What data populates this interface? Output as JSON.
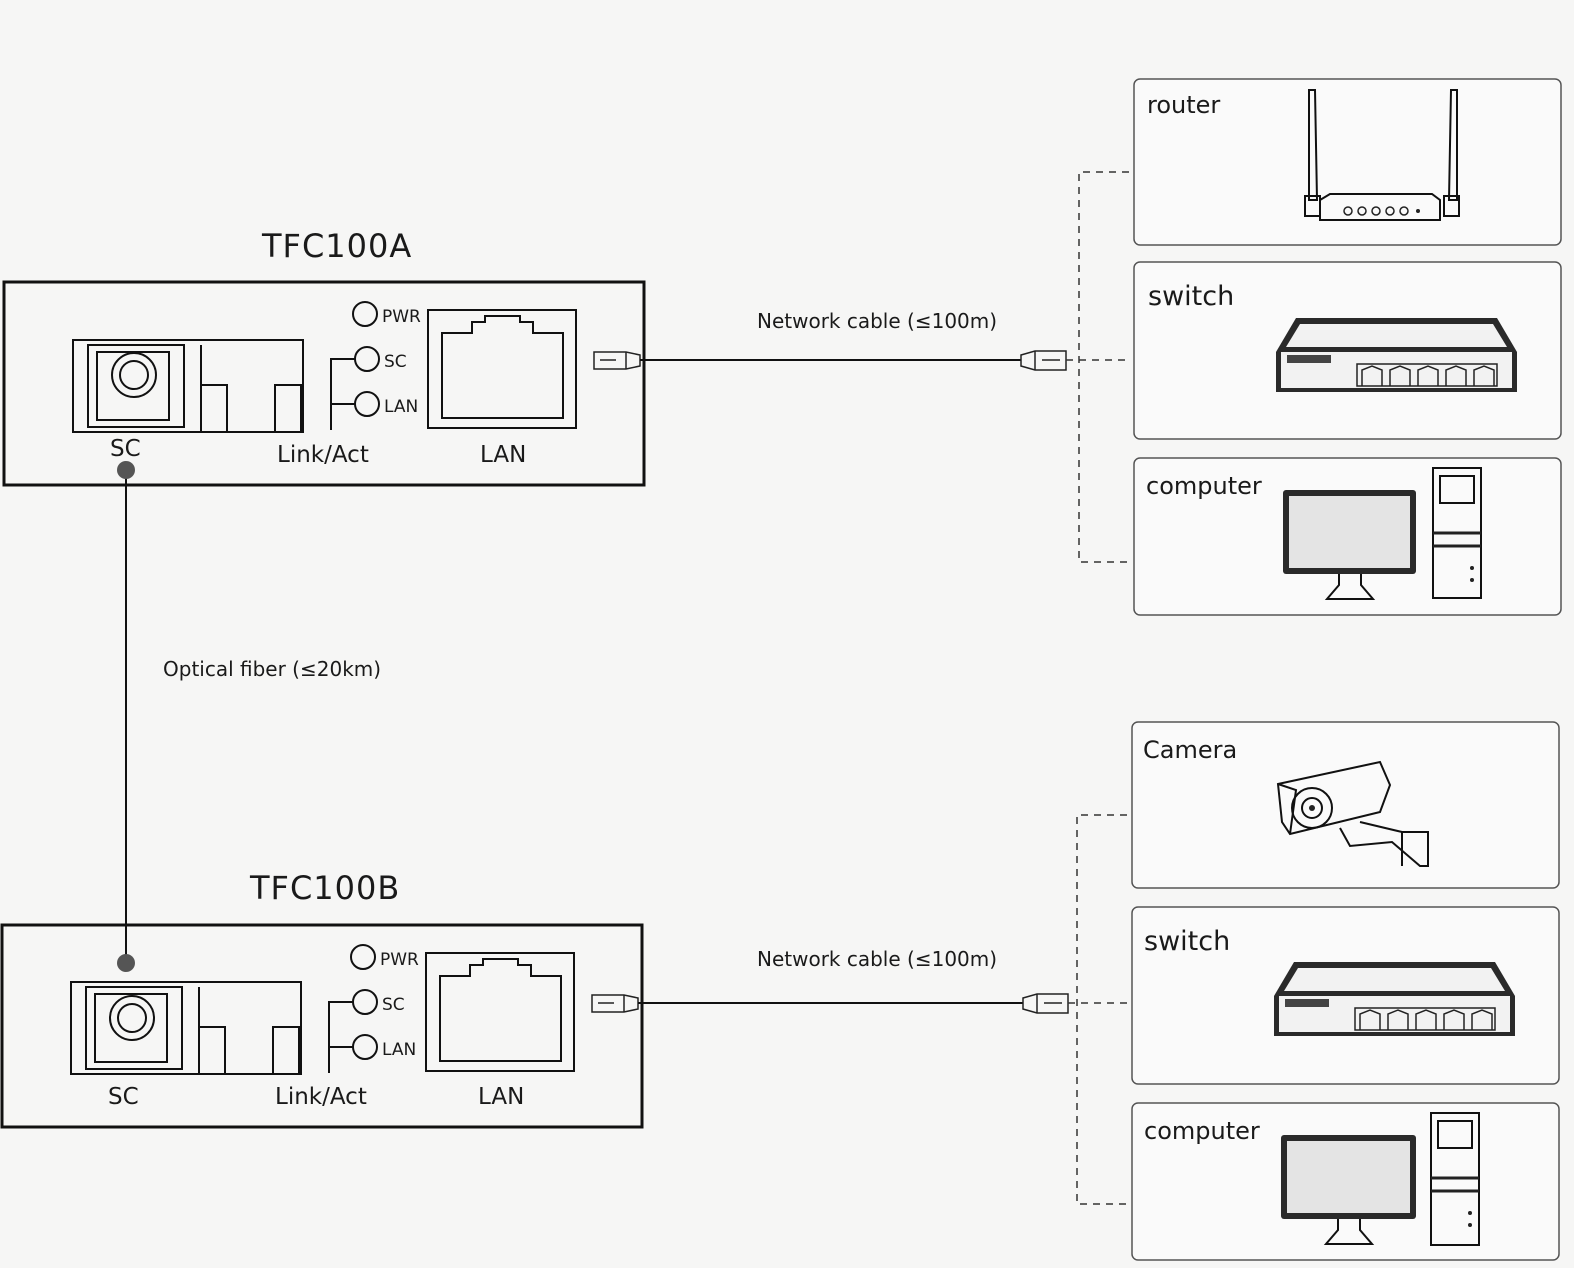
{
  "converters": [
    {
      "model": "TFC100A",
      "ports": {
        "sc": "SC",
        "link_act": "Link/Act",
        "lan": "LAN"
      },
      "leds": {
        "pwr": "PWR",
        "sc": "SC",
        "lan": "LAN"
      },
      "cable_label": "Network cable (≤100m)"
    },
    {
      "model": "TFC100B",
      "ports": {
        "sc": "SC",
        "link_act": "Link/Act",
        "lan": "LAN"
      },
      "leds": {
        "pwr": "PWR",
        "sc": "SC",
        "lan": "LAN"
      },
      "cable_label": "Network cable (≤100m)"
    }
  ],
  "fiber_label": "Optical fiber (≤20km)",
  "devices_top": [
    {
      "label": "router",
      "icon": "router-icon"
    },
    {
      "label": "switch",
      "icon": "switch-icon"
    },
    {
      "label": "computer",
      "icon": "computer-icon"
    }
  ],
  "devices_bottom": [
    {
      "label": "Camera",
      "icon": "camera-icon"
    },
    {
      "label": "switch",
      "icon": "switch-icon"
    },
    {
      "label": "computer",
      "icon": "computer-icon"
    }
  ]
}
